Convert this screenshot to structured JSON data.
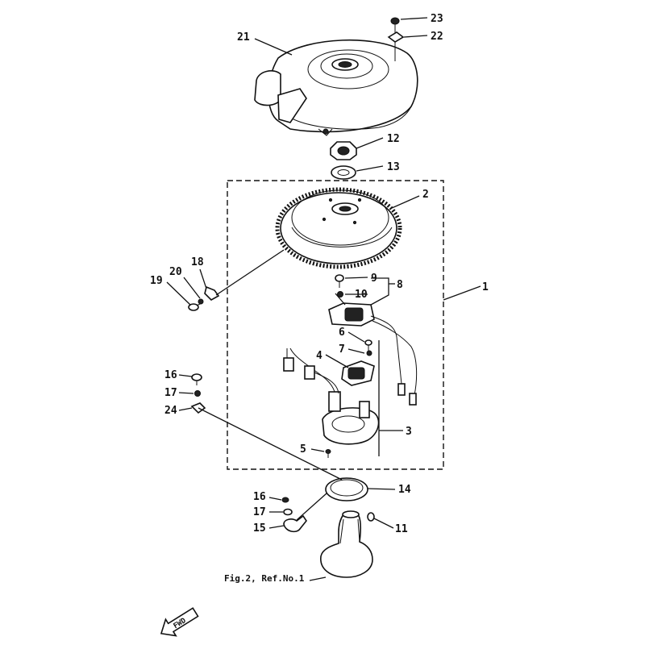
{
  "caption": "Fig.2, Ref.No.1",
  "fwd_label": "FWD",
  "callouts": [
    {
      "id": "23",
      "label": "23"
    },
    {
      "id": "22",
      "label": "22"
    },
    {
      "id": "21",
      "label": "21"
    },
    {
      "id": "12",
      "label": "12"
    },
    {
      "id": "13",
      "label": "13"
    },
    {
      "id": "2",
      "label": "2"
    },
    {
      "id": "1",
      "label": "1"
    },
    {
      "id": "18",
      "label": "18"
    },
    {
      "id": "20",
      "label": "20"
    },
    {
      "id": "19",
      "label": "19"
    },
    {
      "id": "9",
      "label": "9"
    },
    {
      "id": "10",
      "label": "10"
    },
    {
      "id": "8",
      "label": "8"
    },
    {
      "id": "6",
      "label": "6"
    },
    {
      "id": "7",
      "label": "7"
    },
    {
      "id": "4",
      "label": "4"
    },
    {
      "id": "16a",
      "label": "16"
    },
    {
      "id": "17a",
      "label": "17"
    },
    {
      "id": "24",
      "label": "24"
    },
    {
      "id": "3",
      "label": "3"
    },
    {
      "id": "5",
      "label": "5"
    },
    {
      "id": "14",
      "label": "14"
    },
    {
      "id": "16b",
      "label": "16"
    },
    {
      "id": "17b",
      "label": "17"
    },
    {
      "id": "15",
      "label": "15"
    },
    {
      "id": "11",
      "label": "11"
    }
  ]
}
